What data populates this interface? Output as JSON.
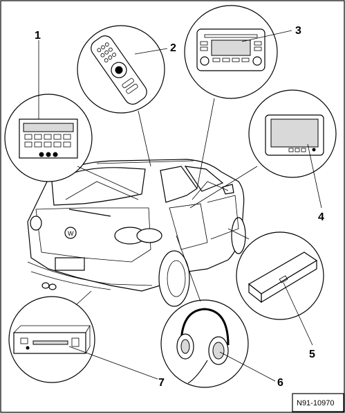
{
  "figure": {
    "reference_code": "N91-10970",
    "callouts": [
      {
        "number": "1",
        "component_icon": "rear-control-panel-icon"
      },
      {
        "number": "2",
        "component_icon": "remote-control-icon"
      },
      {
        "number": "3",
        "component_icon": "radio-navigation-unit-icon"
      },
      {
        "number": "4",
        "component_icon": "display-screen-icon"
      },
      {
        "number": "5",
        "component_icon": "control-module-icon"
      },
      {
        "number": "6",
        "component_icon": "headphones-icon"
      },
      {
        "number": "7",
        "component_icon": "rear-media-player-icon"
      }
    ],
    "main_subject_icon": "suv-rear-view-icon",
    "colors": {
      "line": "#000000",
      "background": "#ffffff",
      "shade": "#d9d9d9"
    }
  }
}
